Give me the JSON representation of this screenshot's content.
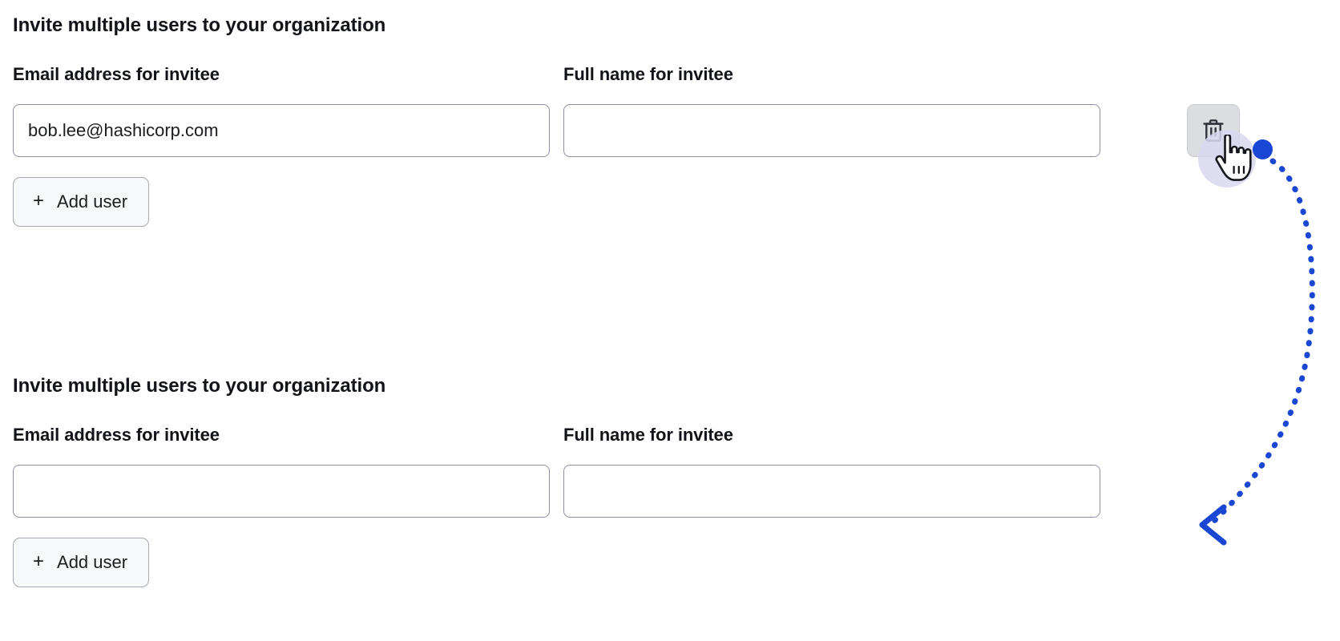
{
  "sections": [
    {
      "heading": "Invite multiple users to your organization",
      "email_label": "Email address for invitee",
      "email_value": "bob.lee@hashicorp.com",
      "email_placeholder": "",
      "name_label": "Full name for invitee",
      "name_value": "",
      "name_placeholder": "",
      "add_user_label": "Add user",
      "plus_glyph": "+",
      "has_delete_button": true,
      "delete_icon": "trash-icon"
    },
    {
      "heading": "Invite multiple users to your organization",
      "email_label": "Email address for invitee",
      "email_value": "",
      "email_placeholder": "",
      "name_label": "Full name for invitee",
      "name_value": "",
      "name_placeholder": "",
      "add_user_label": "Add user",
      "plus_glyph": "+",
      "has_delete_button": false,
      "delete_icon": ""
    }
  ],
  "annotation": {
    "cursor_icon": "hand-pointer-cursor",
    "click_marker_icon": "click-dot",
    "arrow_icon": "curved-arrow-icon",
    "accent_color": "#1a46d4",
    "halo_color": "#d8d7f0"
  },
  "theme": {
    "background": "#ffffff",
    "text_color": "#12141a",
    "input_border": "#8c8fa1",
    "button_background": "#f7f8f9",
    "button_border": "#a6a8b4",
    "delete_button_background": "#dcdde1"
  }
}
